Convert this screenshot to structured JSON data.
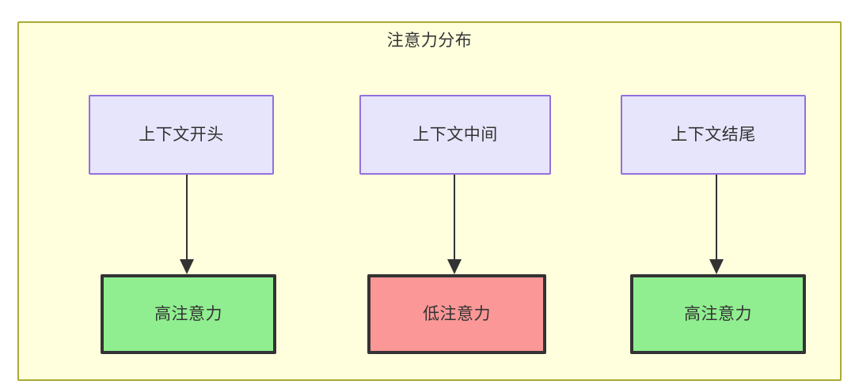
{
  "diagram": {
    "title": "注意力分布",
    "background_color": "#ffffff",
    "container": {
      "fill": "#ffffde",
      "stroke": "#aaaa33"
    },
    "colors": {
      "context_fill": "#e7e5fb",
      "context_stroke": "#9370db",
      "high_attention_fill": "#90ee90",
      "low_attention_fill": "#fb9797",
      "node_stroke": "#333333",
      "edge_stroke": "#333333",
      "text": "#333333"
    },
    "columns": [
      {
        "id": "start",
        "context_label": "上下文开头",
        "attention_label": "高注意力",
        "attention_level": "high"
      },
      {
        "id": "middle",
        "context_label": "上下文中间",
        "attention_label": "低注意力",
        "attention_level": "low"
      },
      {
        "id": "end",
        "context_label": "上下文结尾",
        "attention_label": "高注意力",
        "attention_level": "high"
      }
    ],
    "edges": [
      {
        "from": "上下文开头",
        "to": "高注意力",
        "arrow": "down"
      },
      {
        "from": "上下文中间",
        "to": "低注意力",
        "arrow": "down"
      },
      {
        "from": "上下文结尾",
        "to": "高注意力",
        "arrow": "down"
      }
    ]
  }
}
